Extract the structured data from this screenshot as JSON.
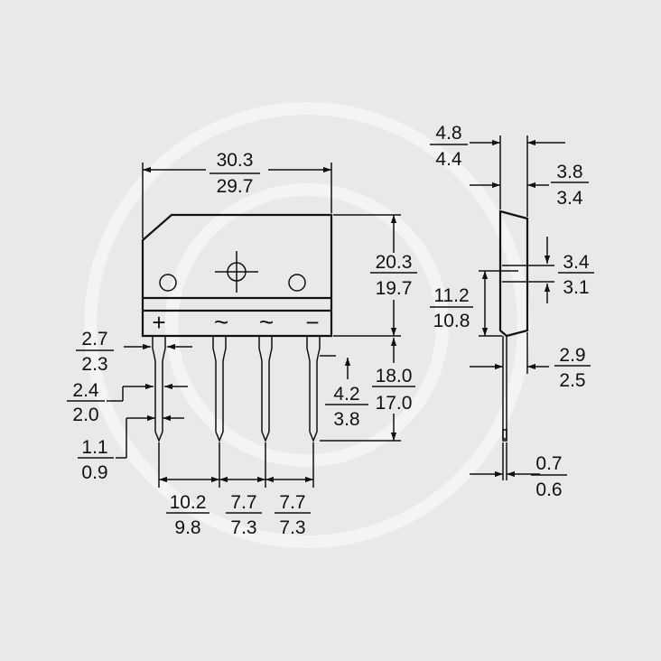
{
  "front_view": {
    "terminal_labels": [
      "+",
      "~",
      "~",
      "−"
    ],
    "width": {
      "max": "30.3",
      "min": "29.7"
    },
    "body_height": {
      "max": "20.3",
      "min": "19.7"
    },
    "lead_length": {
      "max": "18.0",
      "min": "17.0"
    },
    "lead_wide_section": {
      "max": "4.2",
      "min": "3.8"
    },
    "lead_shoulder_width": {
      "max": "2.7",
      "min": "2.3"
    },
    "lead_width": {
      "max": "2.4",
      "min": "2.0"
    },
    "lead_tip_width": {
      "max": "1.1",
      "min": "0.9"
    },
    "pitch_1": {
      "max": "10.2",
      "min": "9.8"
    },
    "pitch_2": {
      "max": "7.7",
      "min": "7.3"
    },
    "pitch_3": {
      "max": "7.7",
      "min": "7.3"
    }
  },
  "side_view": {
    "overall_thickness": {
      "max": "4.8",
      "min": "4.4"
    },
    "body_thickness": {
      "max": "3.8",
      "min": "3.4"
    },
    "hole_diameter": {
      "max": "3.4",
      "min": "3.1"
    },
    "hole_offset": {
      "max": "11.2",
      "min": "10.8"
    },
    "lead_offset": {
      "max": "2.9",
      "min": "2.5"
    },
    "lead_thickness": {
      "max": "0.7",
      "min": "0.6"
    }
  }
}
